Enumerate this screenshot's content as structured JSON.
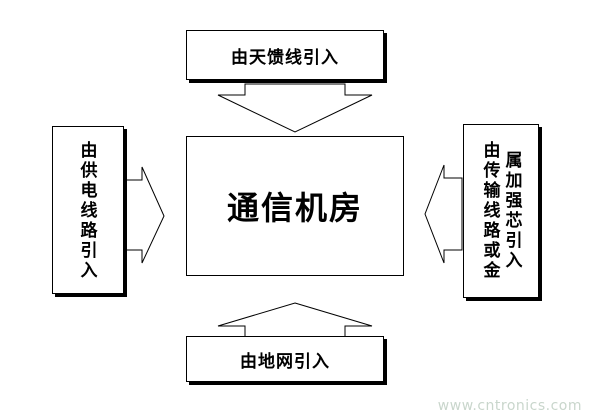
{
  "diagram": {
    "center": {
      "label": "通信机房"
    },
    "top": {
      "label": "由天馈线引入"
    },
    "bottom": {
      "label": "由地网引入"
    },
    "left": {
      "label": "由供电线路引入"
    },
    "right": {
      "col1": "由传输线路或金",
      "col2": "属加强芯引入"
    }
  },
  "watermark": "www.cntronics.com"
}
